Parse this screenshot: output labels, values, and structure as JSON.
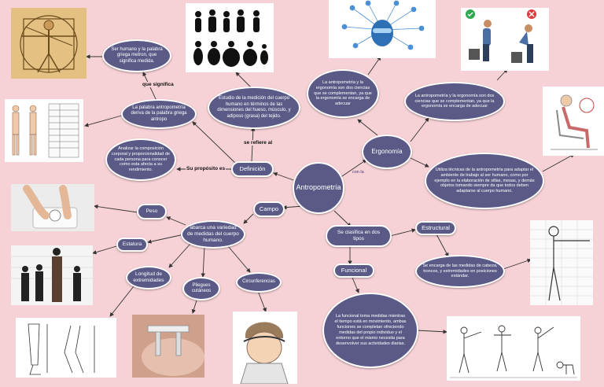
{
  "nodes": {
    "antropometria": "Antropometría",
    "definicion": "Definición",
    "ergonomia": "Ergonomía",
    "campo": "Campo",
    "clasifica": "Se clasifica en dos tipos",
    "estructural": "Estructural",
    "funcional": "Funcional",
    "ser_humano": "Ser humano y la palabra griega metron, que significa medida.",
    "palabra": "La palabra antropometría deriva de la palabra griega antropo",
    "estudio": "Estudio de la medición del cuerpo humano en términos de las dimensiones del hueso, músculo, y adiposo (grasa) del tejido.",
    "analizar": "Analizar la composición corporal y proporcionalidad de cada persona para conocer como esta afecta a su rendimiento.",
    "erg_top": "La antropometría y la ergonomía son dos ciencias que se complementan, ya que la ergonomía se encarga de adecuar",
    "erg_right": "La antropometría y la ergonomía son dos ciencias que se complementan, ya que la ergonomía se encarga de adecuar",
    "utiliza": "Utiliza técnicas de la antropometría para adaptar el ambiente de trabajo al ser humano, como por ejemplo en la elaboración de sillas, mesas, y demás objetos tomando siempre da que todos deben adaptarse al cuerpo humano.",
    "abarca": "abarca una variedad de medidas del cuerpo humano.",
    "peso": "Peso",
    "estatura": "Estatura",
    "longitud": "Longitud de extremidades",
    "pliegues": "Pliegues cutáneos",
    "circunferencias": "Circunferencias",
    "estructural_desc": "Se encarga de las medidas de cabeza, troncos, y extremidades en posiciones estándar.",
    "funcional_desc": "La funcional toma medidas mientras el tiempo está en movimiento, ambas funciones se completan ofreciendo medidas del propio individuo y el entorno que el mismo necesita para desenvolver sus actividades diarias."
  },
  "labels": {
    "que_significa": "que significa",
    "se_refiere": "se refiere al",
    "su_proposito": "Su propósito es",
    "con_la": "con la"
  },
  "images": [
    "vitruvian-man-drawing",
    "body-types-silhouettes",
    "robot-head-network",
    "correct-incorrect-lifting-posture",
    "body-measurement-chart",
    "chair-ergonomics-sketch",
    "feet-on-scale-photo",
    "people-height-lineup-photo",
    "limb-length-drawing",
    "skinfold-caliper-photo",
    "head-circumference-illustration",
    "skeleton-grid-measurement",
    "functional-measurements-diagram"
  ],
  "colors": {
    "background": "#f6d1d6",
    "node_fill": "#5b5a87",
    "node_border": "#ffffff",
    "arrow": "#333333"
  }
}
